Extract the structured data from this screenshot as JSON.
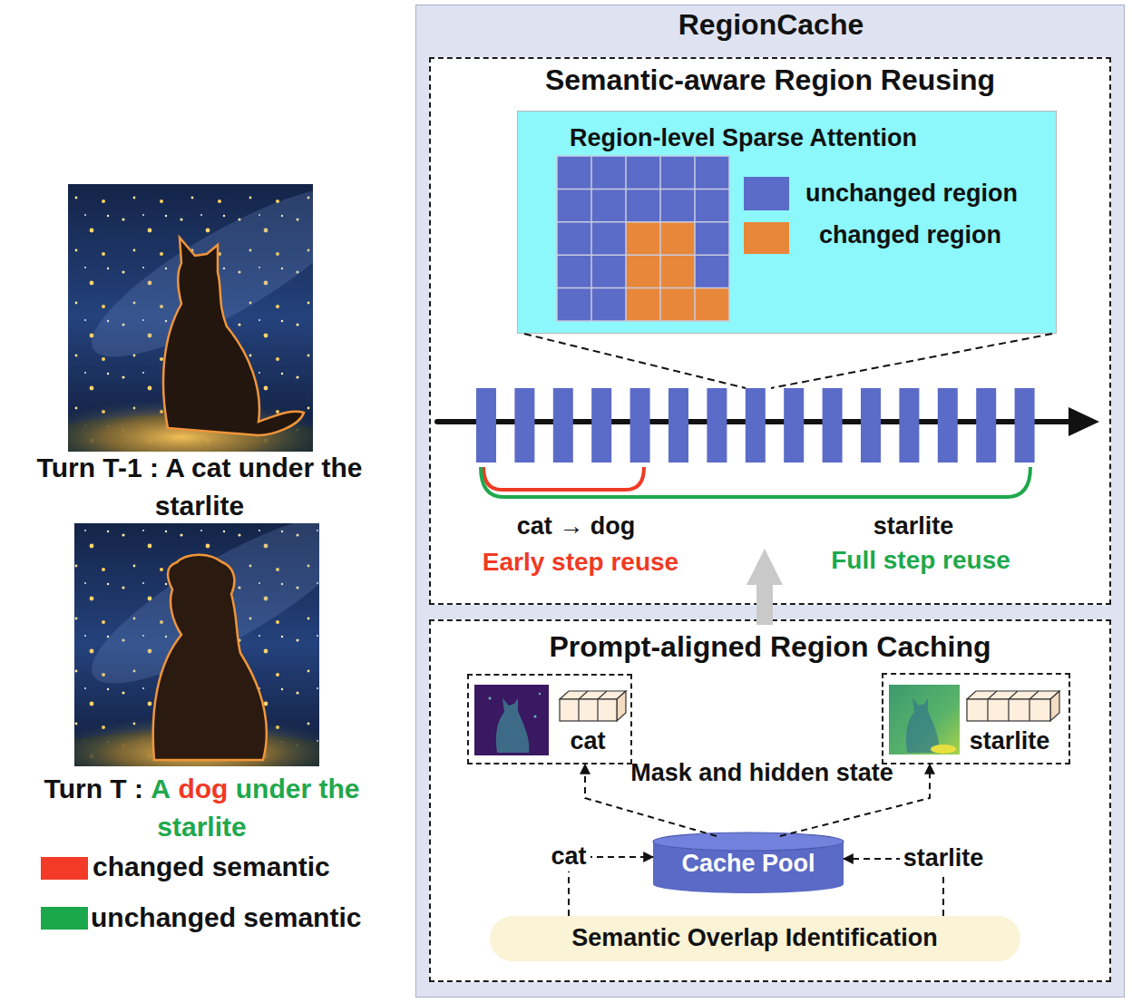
{
  "diagram": {
    "nodes": [
      {
        "text": [
          "RegionCache"
        ]
      },
      {
        "text": [
          "Semantic-aware Region Reusing"
        ],
        "in": 0
      },
      {
        "text": [
          "Region-level Sparse Attention"
        ],
        "in": 1
      },
      {
        "text": [
          "Prompt-aligned Region Caching"
        ],
        "in": 0
      },
      {
        "text": [
          "cat"
        ],
        "in": 3
      },
      {
        "text": [
          "starlite"
        ],
        "in": 3
      },
      {
        "text": [
          "Cache Pool"
        ],
        "in": 3
      },
      {
        "text": [
          "Semantic Overlap Identification"
        ],
        "in": 3
      }
    ],
    "edges": [
      {
        "from": 3,
        "to": 1,
        "arrow": "to"
      },
      {
        "from": 6,
        "to": 4,
        "arrow": "to"
      },
      {
        "from": 6,
        "to": 5,
        "arrow": "to"
      },
      {
        "from": 7,
        "to": 6,
        "label": "cat",
        "arrow": "to"
      },
      {
        "from": 7,
        "to": 6,
        "label": "starlite",
        "arrow": "to"
      }
    ],
    "labels": [
      "Turn T-1 : A cat under the starlite",
      "Turn T :",
      "A",
      "dog",
      "under the starlite",
      "cat → dog",
      "Early step reuse",
      "starlite",
      "Full step reuse",
      "Mask and hidden state"
    ],
    "legend": [
      {
        "text": "unchanged region",
        "color": "#5b6bc8"
      },
      {
        "text": "changed region",
        "color": "#e8873a"
      },
      {
        "text": "changed semantic",
        "color": "#f23a26"
      },
      {
        "text": "unchanged semantic",
        "color": "#1ba84c"
      }
    ]
  }
}
